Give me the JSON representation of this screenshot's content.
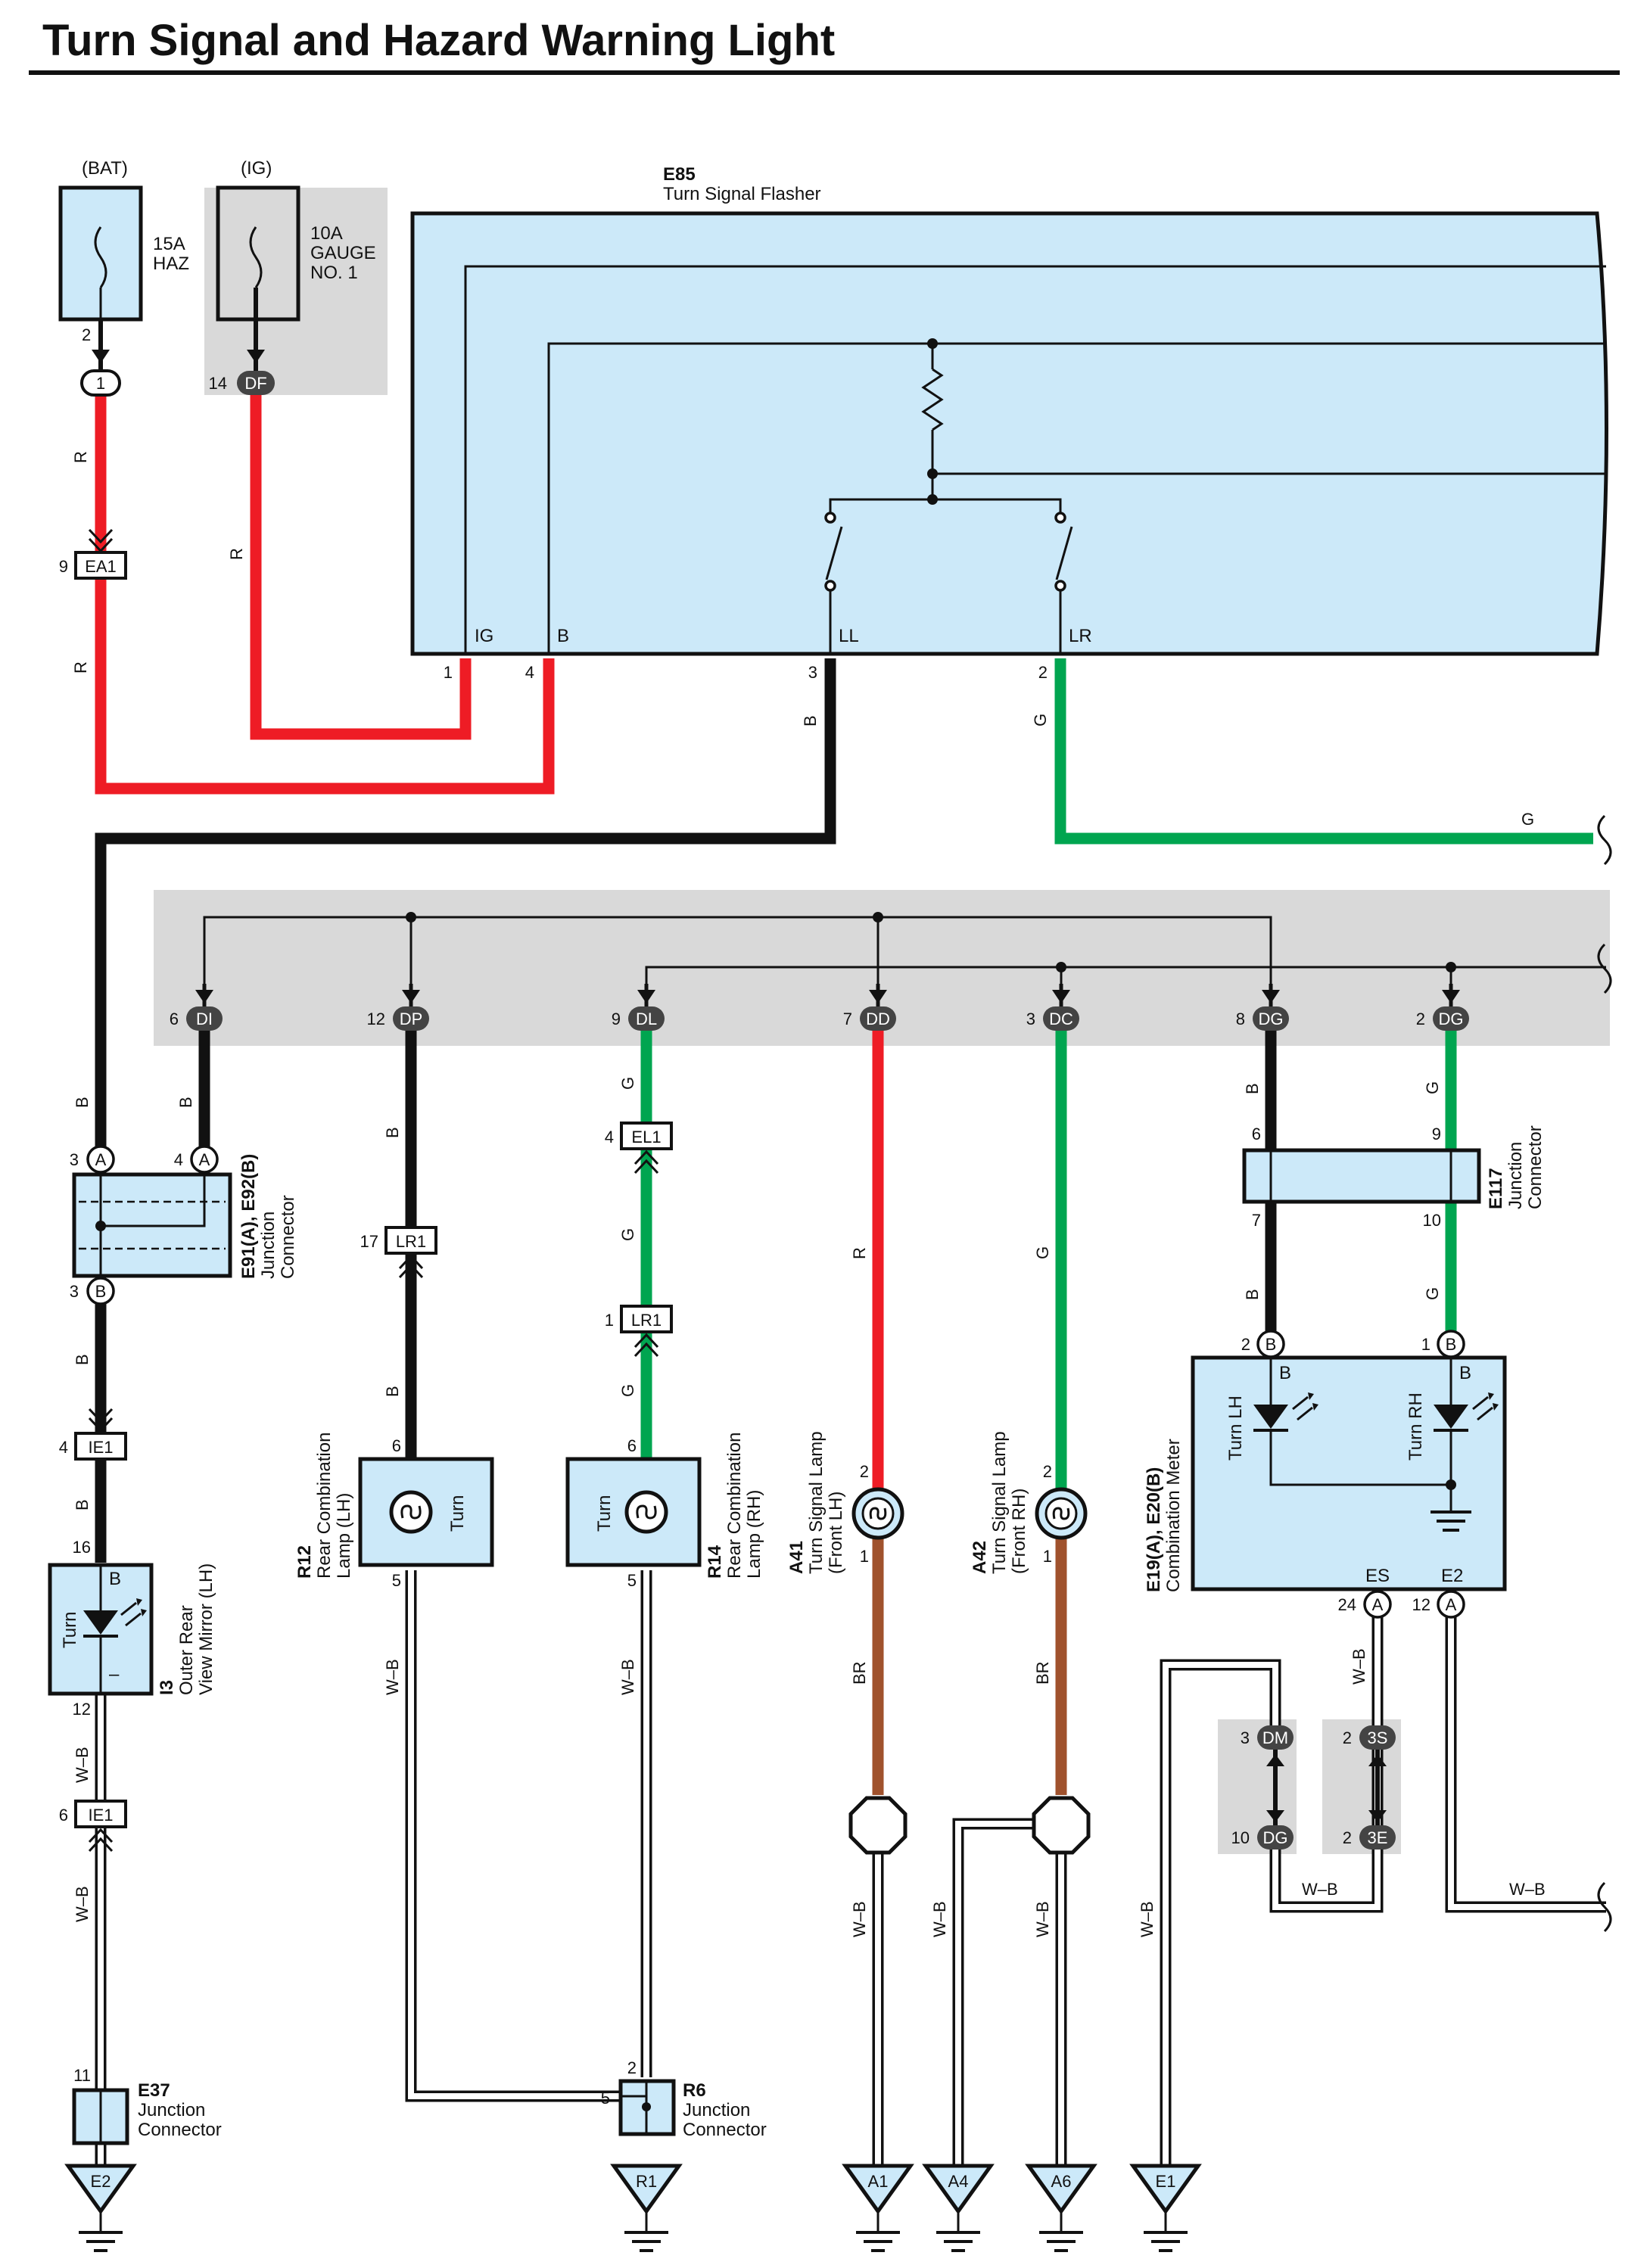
{
  "title": "Turn Signal and Hazard Warning Light",
  "power": {
    "bat_label": "(BAT)",
    "ig_label": "(IG)",
    "fuse_haz_amp": "15A",
    "fuse_haz_name": "HAZ",
    "fuse_gauge_amp": "10A",
    "fuse_gauge_name1": "GAUGE",
    "fuse_gauge_name2": "NO. 1",
    "haz_pin": "2",
    "haz_conn": "1",
    "gauge_pin": "14",
    "gauge_conn": "DF",
    "ea1_pin": "9",
    "ea1_conn": "EA1"
  },
  "flasher": {
    "code": "E85",
    "name": "Turn Signal Flasher",
    "term_ig": "IG",
    "term_b": "B",
    "term_ll": "LL",
    "term_lr": "LR",
    "pin_ig": "1",
    "pin_b": "4",
    "pin_ll": "3",
    "pin_lr": "2"
  },
  "wire_colors": {
    "r": "R",
    "b": "B",
    "g": "G",
    "br": "BR",
    "wb": "W–B",
    "red": "#ee1c25",
    "black": "#111111",
    "green": "#00a550",
    "brown": "#a0522d",
    "light_blue": "#cce9f9",
    "gray": "#d9d9d9"
  },
  "junction_pins": {
    "di_pin": "6",
    "di": "DI",
    "dp_pin": "12",
    "dp": "DP",
    "dl_pin": "9",
    "dl": "DL",
    "dd_pin": "7",
    "dd": "DD",
    "dc_pin": "3",
    "dc": "DC",
    "dg8_pin": "8",
    "dg": "DG",
    "dg2_pin": "2"
  },
  "e91": {
    "code": "E91(A), E92(B)",
    "line1": "Junction",
    "line2": "Connector",
    "pin_a3": "3",
    "pin_a4": "4",
    "pin_b3": "3",
    "a": "A",
    "b": "B"
  },
  "ie1": {
    "top_pin": "4",
    "top": "IE1",
    "bot_pin": "6",
    "bot": "IE1"
  },
  "mirror": {
    "code": "I3",
    "line1": "Outer Rear",
    "line2": "View Mirror (LH)",
    "pin_top": "16",
    "pin_bot": "12",
    "term_b": "B",
    "term_minus": "–",
    "turn": "Turn"
  },
  "e37": {
    "code": "E37",
    "line1": "Junction",
    "line2": "Connector",
    "pin": "11",
    "ground": "E2"
  },
  "lr1": {
    "lh_pin": "17",
    "lh": "LR1",
    "rh_pin": "1",
    "rh": "LR1"
  },
  "el1": {
    "pin": "4",
    "name": "EL1"
  },
  "r12": {
    "code": "R12",
    "line1": "Rear Combination",
    "line2": "Lamp (LH)",
    "turn": "Turn",
    "pin_top": "6",
    "pin_bot": "5"
  },
  "r14": {
    "code": "R14",
    "line1": "Rear Combination",
    "line2": "Lamp (RH)",
    "turn": "Turn",
    "pin_top": "6",
    "pin_bot": "5"
  },
  "r6": {
    "code": "R6",
    "line1": "Junction",
    "line2": "Connector",
    "pin_top": "2",
    "pin_left": "5",
    "ground": "R1"
  },
  "a41": {
    "code": "A41",
    "line1": "Turn Signal Lamp",
    "line2": "(Front LH)",
    "pin_top": "2",
    "pin_bot": "1",
    "ground": "A1"
  },
  "a42": {
    "code": "A42",
    "line1": "Turn Signal Lamp",
    "line2": "(Front RH)",
    "pin_top": "2",
    "pin_bot": "1",
    "ground": "A6"
  },
  "a4": {
    "ground": "A4"
  },
  "e117": {
    "code": "E117",
    "line1": "Junction",
    "line2": "Connector",
    "pin6": "6",
    "pin9": "9",
    "pin7": "7",
    "pin10": "10"
  },
  "meter": {
    "code": "E19(A), E20(B)",
    "name": "Combination Meter",
    "turn_lh": "Turn LH",
    "turn_rh": "Turn RH",
    "term_b": "B",
    "term_es": "ES",
    "term_e2": "E2",
    "pin2": "2",
    "pin1": "1",
    "pin24": "24",
    "pin12": "12",
    "conn_b": "B",
    "conn_a": "A"
  },
  "dm": {
    "pin3": "3",
    "dm": "DM",
    "pin10": "10",
    "dg": "DG"
  },
  "s3": {
    "pin2a": "2",
    "s": "3S",
    "pin2b": "2",
    "e": "3E"
  },
  "e1": {
    "ground": "E1"
  }
}
